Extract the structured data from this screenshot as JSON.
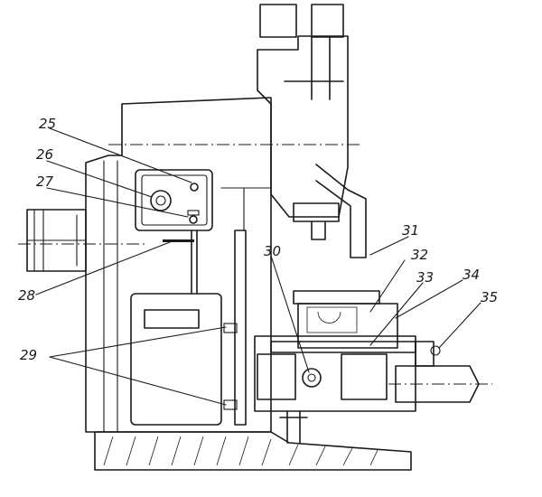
{
  "callouts": [
    {
      "id": "25",
      "text": "25"
    },
    {
      "id": "26",
      "text": "26"
    },
    {
      "id": "27",
      "text": "27"
    },
    {
      "id": "28",
      "text": "28"
    },
    {
      "id": "29",
      "text": "29"
    },
    {
      "id": "30",
      "text": "30"
    },
    {
      "id": "31",
      "text": "31"
    },
    {
      "id": "32",
      "text": "32"
    },
    {
      "id": "33",
      "text": "33"
    },
    {
      "id": "34",
      "text": "34"
    },
    {
      "id": "35",
      "text": "35"
    }
  ],
  "colors": {
    "ink": "#1a1a1a",
    "paper": "#ffffff"
  }
}
